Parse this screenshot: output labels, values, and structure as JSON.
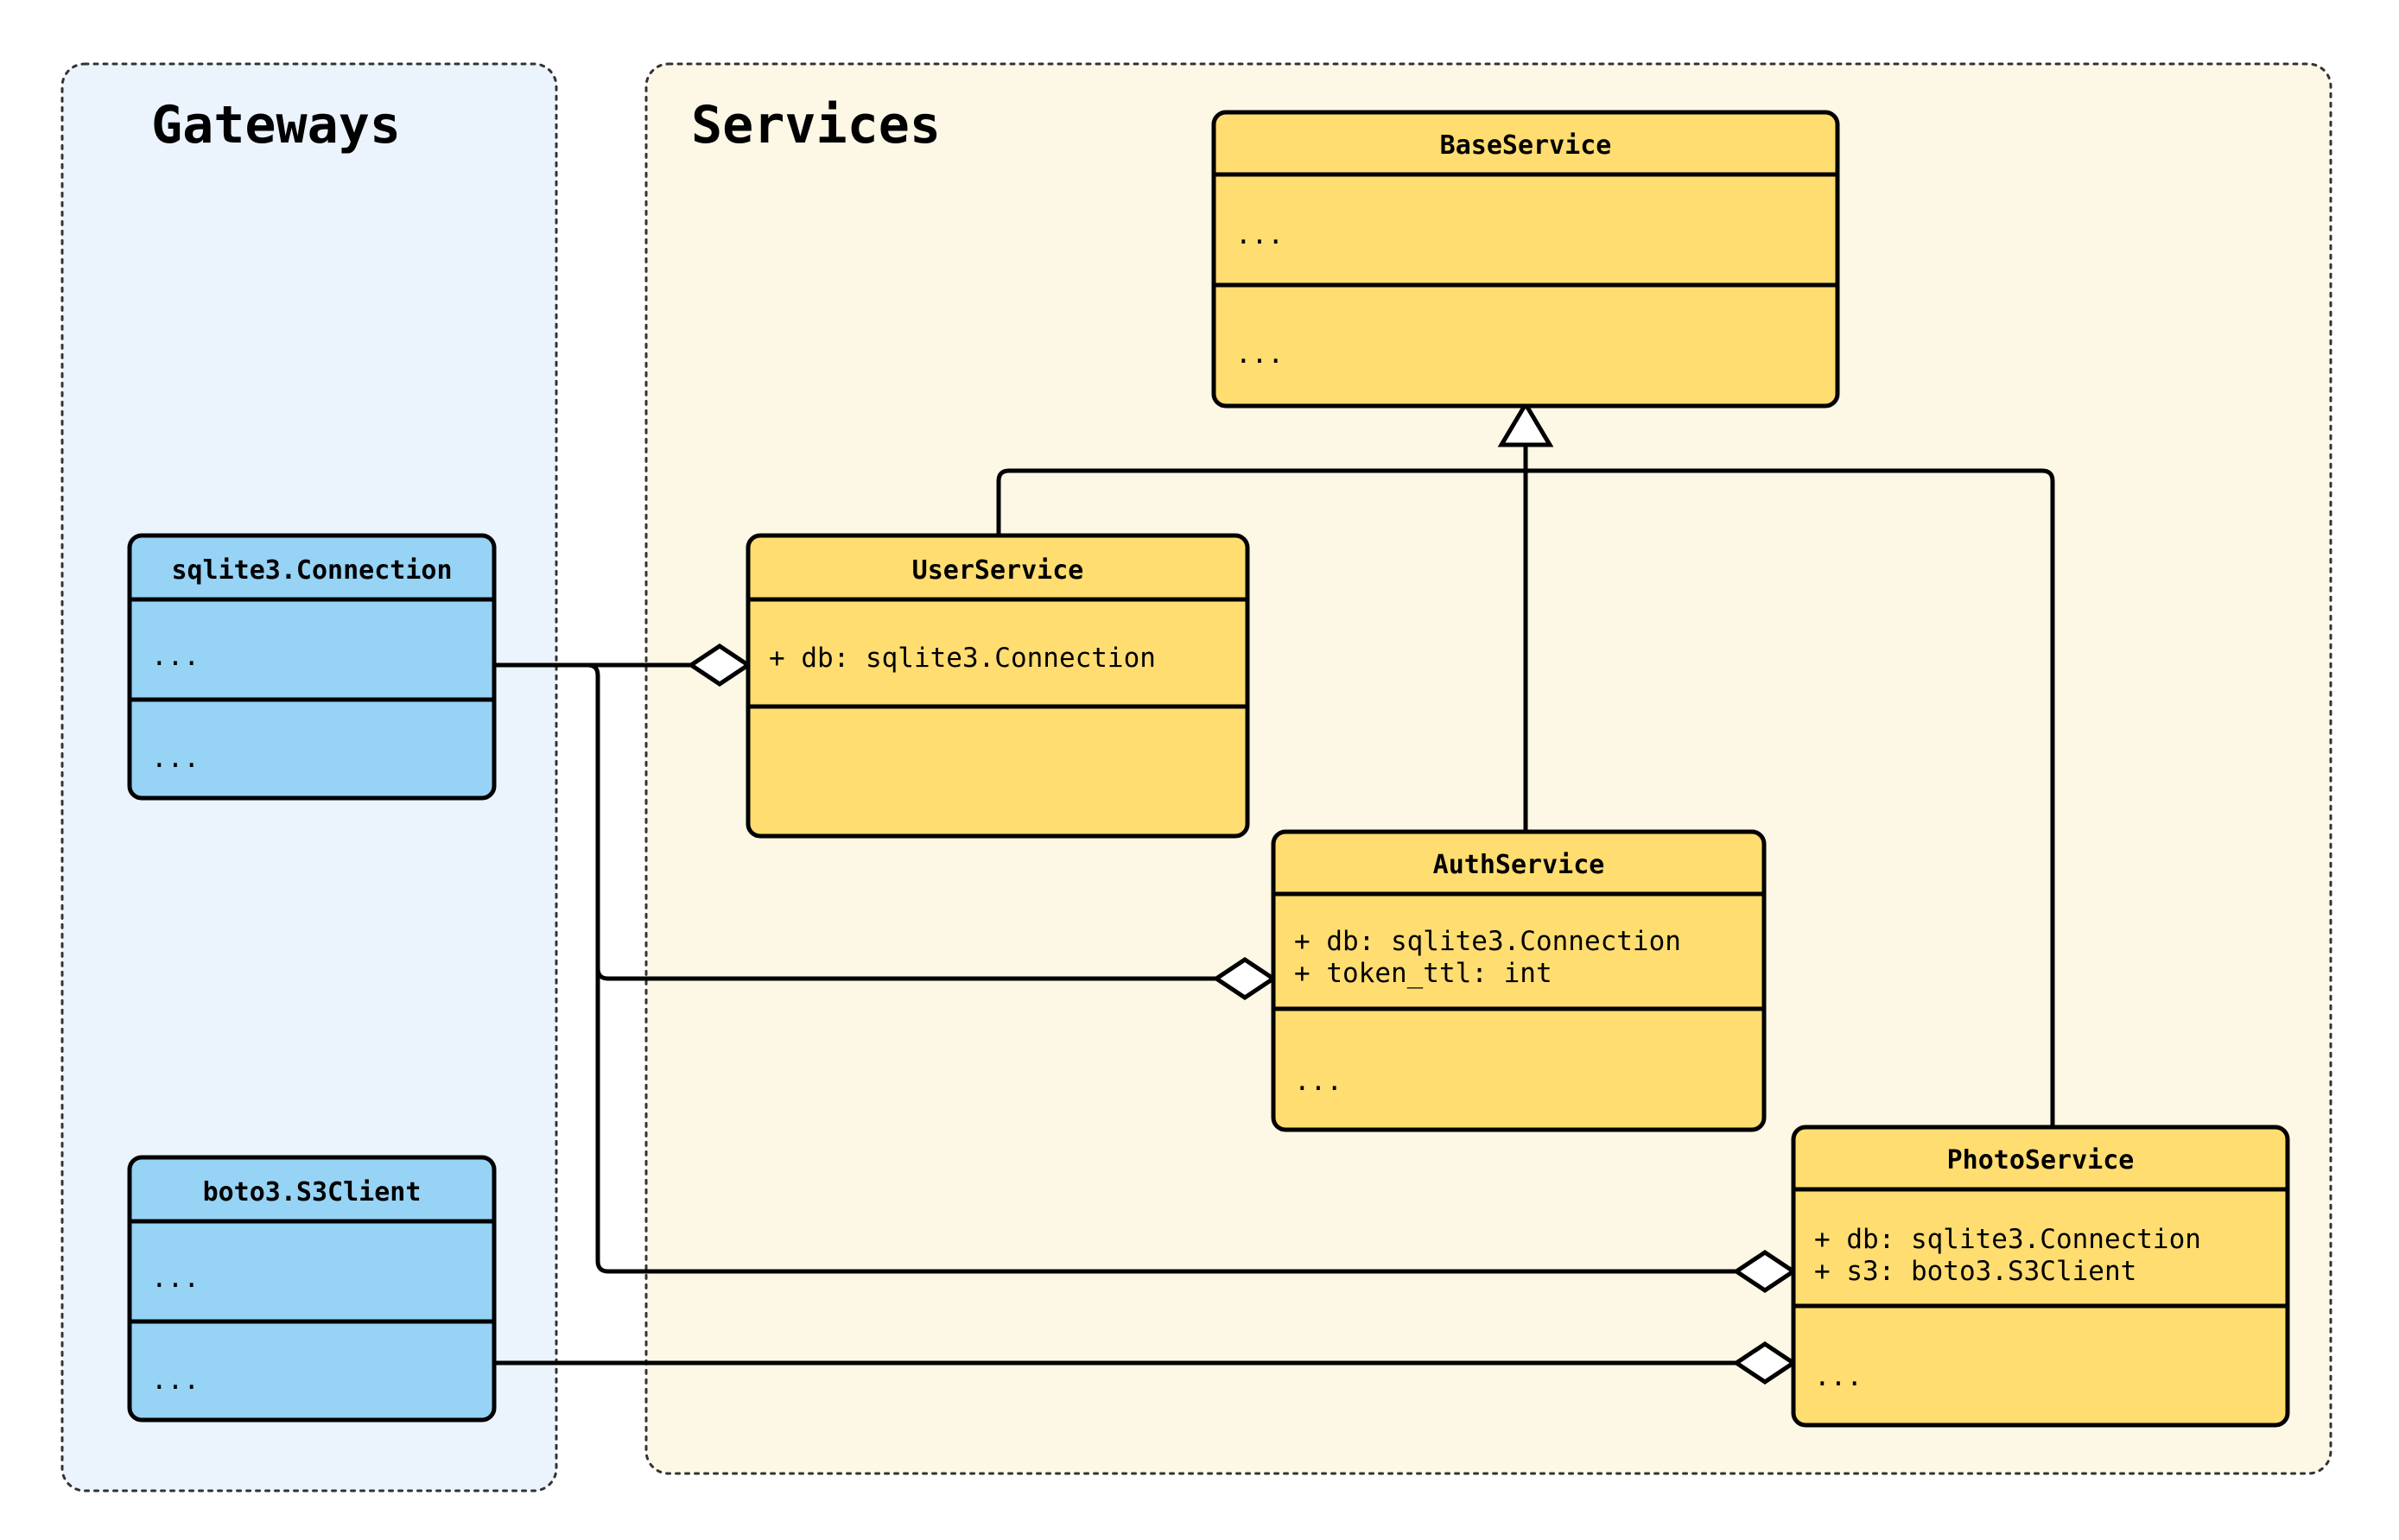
{
  "diagram": {
    "kind": "uml-class-diagram",
    "colors": {
      "gateway_package_fill": "#ebf3fc",
      "service_package_fill": "#fdf7e6",
      "gateway_class_fill": "#97d3f5",
      "service_class_fill": "#ffdd71",
      "stroke": "#000000",
      "package_border": "#333333",
      "marker_fill": "#ffffff"
    }
  },
  "packages": [
    {
      "id": "gateways",
      "title": "Gateways"
    },
    {
      "id": "services",
      "title": "Services"
    }
  ],
  "classes": [
    {
      "id": "sqlite3-connection",
      "name": "sqlite3.Connection",
      "package": "gateways",
      "attributes": [
        "..."
      ],
      "methods": [
        "..."
      ]
    },
    {
      "id": "boto3-s3client",
      "name": "boto3.S3Client",
      "package": "gateways",
      "attributes": [
        "..."
      ],
      "methods": [
        "..."
      ]
    },
    {
      "id": "baseservice",
      "name": "BaseService",
      "package": "services",
      "attributes": [
        "..."
      ],
      "methods": [
        "..."
      ]
    },
    {
      "id": "userservice",
      "name": "UserService",
      "package": "services",
      "attributes": [
        "+ db: sqlite3.Connection"
      ],
      "methods": []
    },
    {
      "id": "authservice",
      "name": "AuthService",
      "package": "services",
      "attributes": [
        "+ db: sqlite3.Connection",
        "+ token_ttl: int"
      ],
      "methods": [
        "..."
      ]
    },
    {
      "id": "photoservice",
      "name": "PhotoService",
      "package": "services",
      "attributes": [
        "+ db: sqlite3.Connection",
        "+ s3: boto3.S3Client"
      ],
      "methods": [
        "..."
      ]
    }
  ],
  "relationships": [
    {
      "id": "gen-userservice",
      "type": "generalization",
      "from": "userservice",
      "to": "baseservice"
    },
    {
      "id": "gen-authservice",
      "type": "generalization",
      "from": "authservice",
      "to": "baseservice"
    },
    {
      "id": "gen-photoservice",
      "type": "generalization",
      "from": "photoservice",
      "to": "baseservice"
    },
    {
      "id": "agg-user-db",
      "type": "aggregation",
      "from": "sqlite3-connection",
      "to": "userservice"
    },
    {
      "id": "agg-auth-db",
      "type": "aggregation",
      "from": "sqlite3-connection",
      "to": "authservice"
    },
    {
      "id": "agg-photo-db",
      "type": "aggregation",
      "from": "sqlite3-connection",
      "to": "photoservice"
    },
    {
      "id": "agg-photo-s3",
      "type": "aggregation",
      "from": "boto3-s3client",
      "to": "photoservice"
    }
  ]
}
